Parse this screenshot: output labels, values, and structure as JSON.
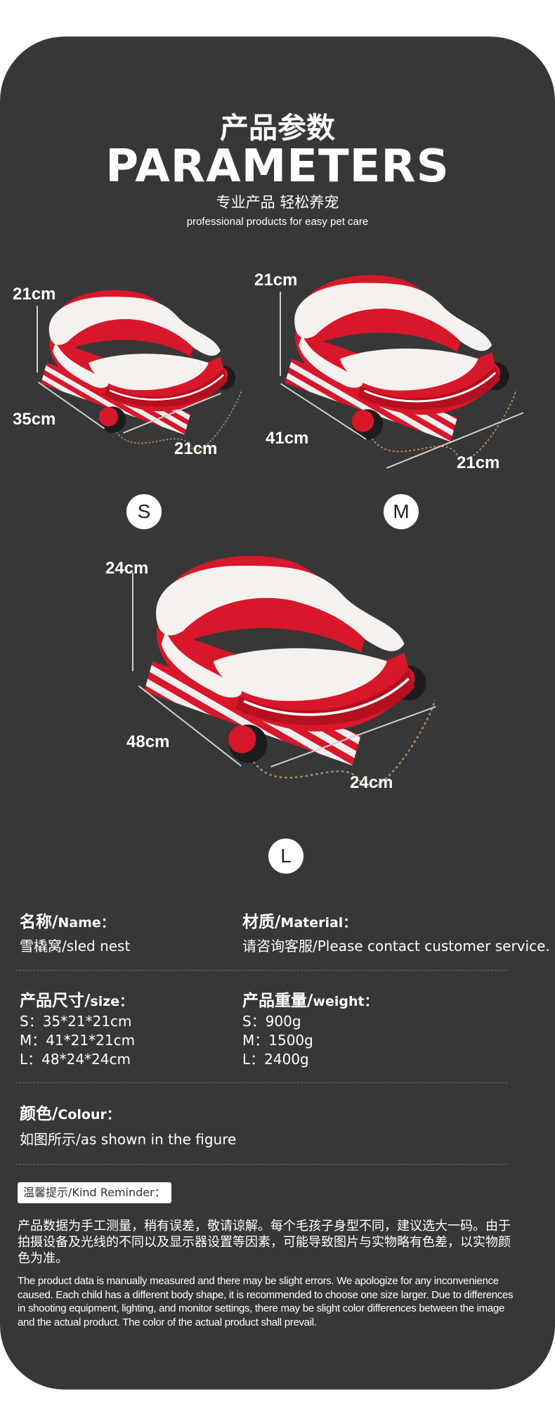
{
  "header": {
    "title_cn": "产品参数",
    "title_en": "PARAMETERS",
    "subtitle_cn": "专业产品 轻松养宠",
    "subtitle_en": "professional products for easy pet care"
  },
  "sizes": {
    "small": {
      "badge": "S",
      "height": "21cm",
      "length": "35cm",
      "width": "21cm"
    },
    "medium": {
      "badge": "M",
      "height": "21cm",
      "length": "41cm",
      "width": "21cm"
    },
    "large": {
      "badge": "L",
      "height": "24cm",
      "length": "48cm",
      "width": "24cm"
    }
  },
  "specs": {
    "name": {
      "label_cn": "名称/",
      "label_en": "Name：",
      "value": "雪橇窝/sled nest"
    },
    "material": {
      "label_cn": "材质/",
      "label_en": "Material：",
      "value": "请咨询客服/Please contact customer service."
    },
    "size": {
      "label_cn": "产品尺寸/",
      "label_en": "size：",
      "lines": [
        "S：35*21*21cm",
        "M：41*21*21cm",
        "L：48*24*24cm"
      ]
    },
    "weight": {
      "label_cn": "产品重量/",
      "label_en": "weight：",
      "lines": [
        "S：900g",
        "M：1500g",
        "L：2400g"
      ]
    },
    "colour": {
      "label_cn": "颜色/",
      "label_en": "Colour：",
      "value": "如图所示/as shown in the figure"
    }
  },
  "reminder": {
    "label": "温馨提示/Kind Reminder：",
    "text_cn": "产品数据为手工测量，稍有误差，敬请谅解。每个毛孩子身型不同，建议选大一码。由于拍摄设备及光线的不同以及显示器设置等因素，可能导致图片与实物略有色差，以实物颜色为准。",
    "text_en": "The product data is manually measured and there may be slight errors. We apologize for any inconvenience caused. Each child has a different body shape, it is recommended to choose one size larger. Due to differences in shooting equipment, lighting, and monitor settings, there may be slight color differences between the image and the actual product. The color of the actual product shall prevail."
  },
  "colors": {
    "card": "#373737",
    "bed_red": "#d8172a",
    "fur": "#f4f1ee",
    "text": "#ffffff"
  },
  "icons": [
    "sled-bed-small-image",
    "sled-bed-medium-image",
    "sled-bed-large-image"
  ]
}
